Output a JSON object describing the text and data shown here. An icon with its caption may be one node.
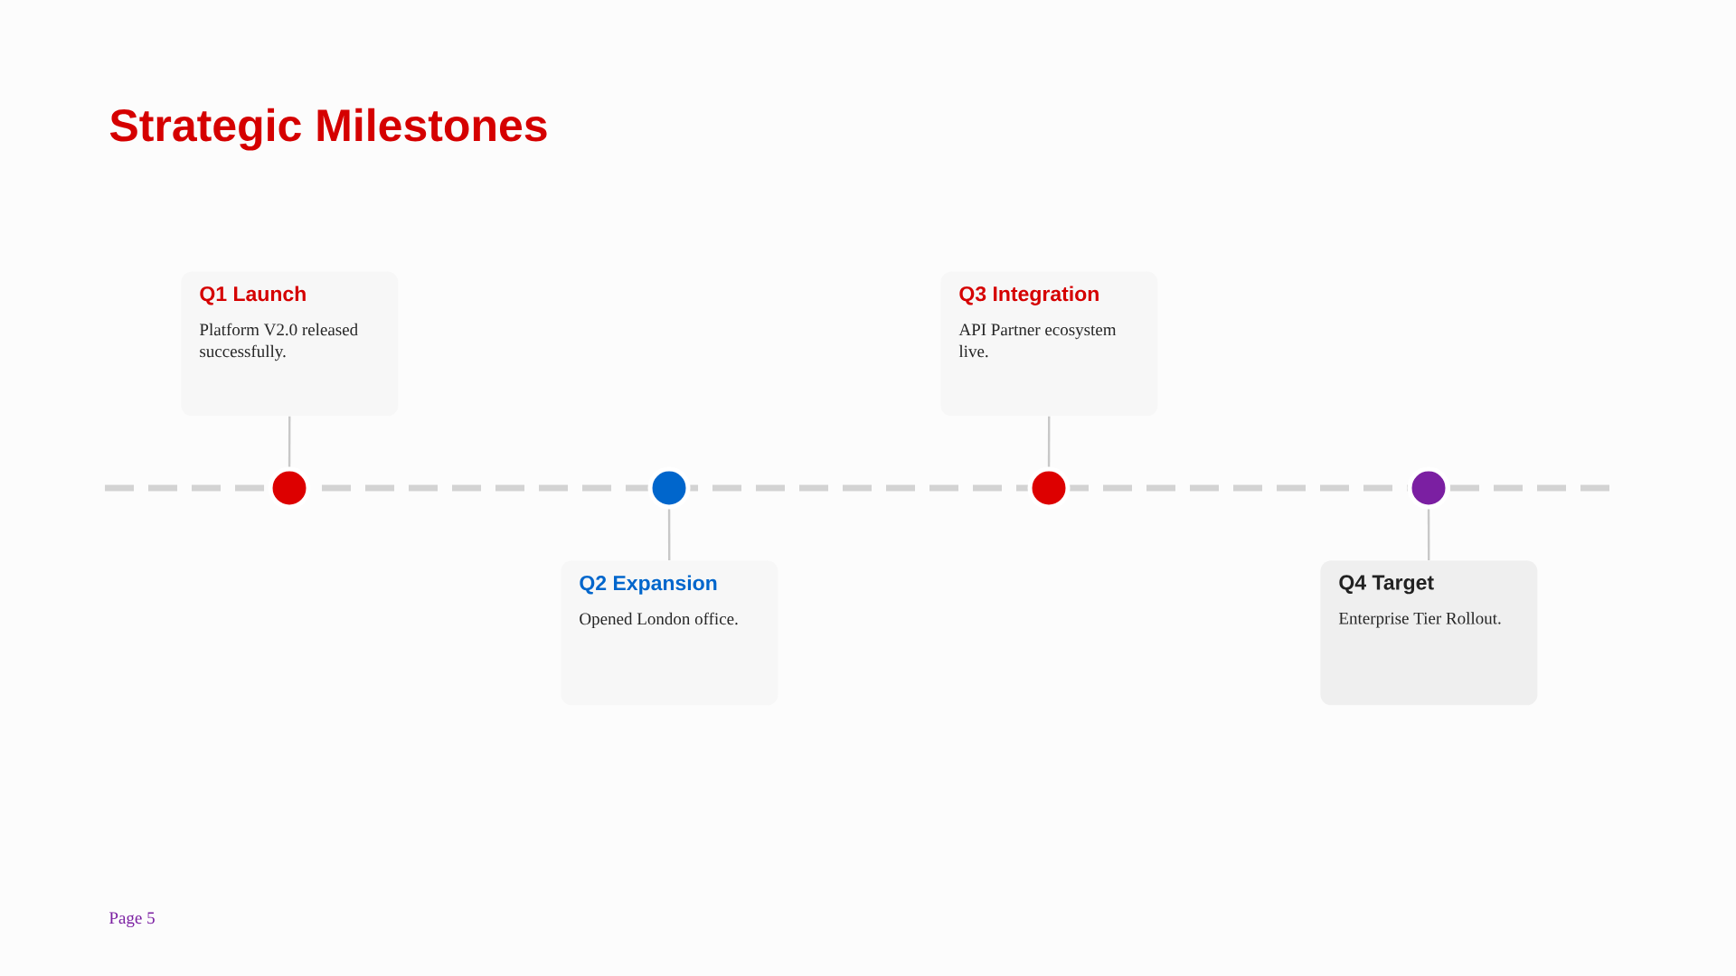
{
  "diagram": {
    "title": "Strategic Milestones",
    "nodes": [
      {
        "text": [
          "Q1 Launch",
          "Platform V2.0 released successfully."
        ]
      },
      {
        "text": [
          "Q2 Expansion",
          "Opened London office."
        ]
      },
      {
        "text": [
          "Q3 Integration",
          "API Partner ecosystem live."
        ]
      },
      {
        "text": [
          "Q4 Target",
          "Enterprise Tier Rollout."
        ]
      },
      {
        "text": [],
        "shape": "circle"
      },
      {
        "text": [],
        "shape": "circle"
      },
      {
        "text": [],
        "shape": "circle"
      },
      {
        "text": [],
        "shape": "circle"
      }
    ],
    "edges": [
      {
        "from": 0,
        "to": 4,
        "arrow": "none"
      },
      {
        "from": 5,
        "to": 1,
        "arrow": "none"
      },
      {
        "from": 2,
        "to": 6,
        "arrow": "none"
      },
      {
        "from": 7,
        "to": 3,
        "arrow": "none"
      }
    ],
    "labels": [
      "Page 5"
    ]
  }
}
